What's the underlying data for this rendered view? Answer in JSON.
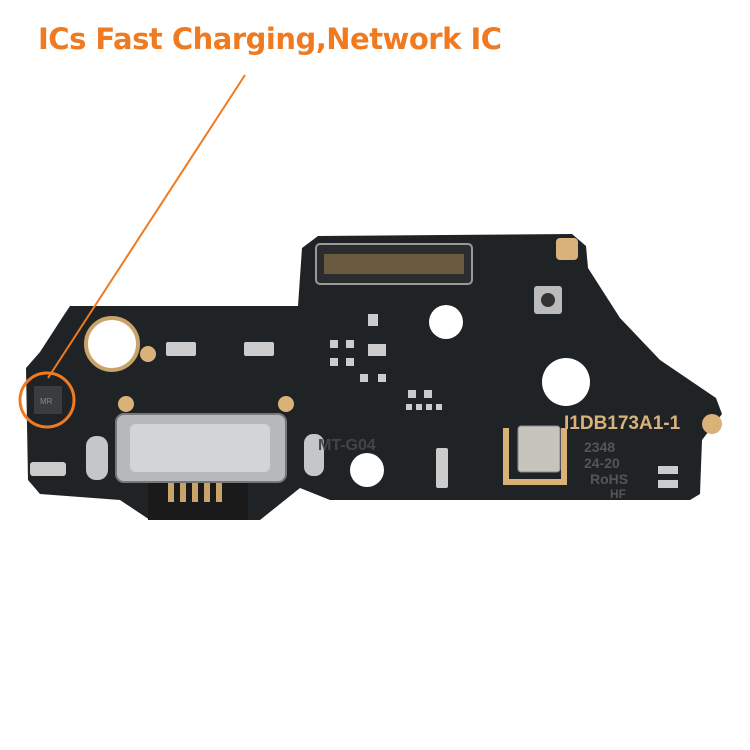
{
  "annotation": {
    "title": "ICs Fast Charging,Network IC",
    "color": "#F07A20"
  },
  "board": {
    "part_number": "I1DB173A1-1",
    "date_code": "2348",
    "code_2": "24-20",
    "rohs": "RoHS",
    "hf": "HF",
    "model": "MT-G04",
    "chip_mark": "MR",
    "pcb_color": "#202326",
    "gold_color": "#D9B27A"
  }
}
